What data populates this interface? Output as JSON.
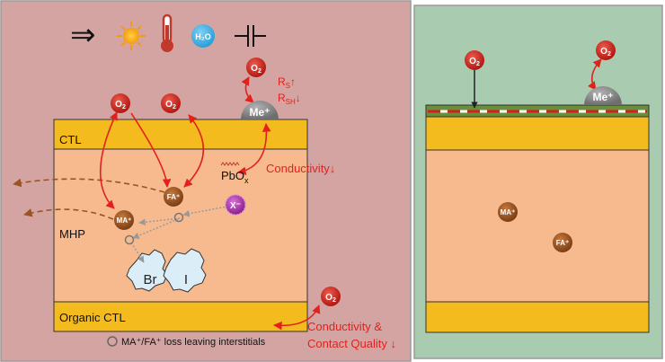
{
  "legend": {
    "arrow_symbol": "⇒",
    "icons": [
      "sun-icon",
      "thermometer-icon",
      "water-icon",
      "capacitor-bias-icon"
    ],
    "h2o_label": "H₂O"
  },
  "left_panel": {
    "ctl_label": "CTL",
    "mhp_label": "MHP",
    "organic_ctl_label": "Organic CTL",
    "o2_label": "O",
    "o2_sub": "2",
    "me_label": "Me⁺",
    "rs_label": "R",
    "rs_sub": "S",
    "rs_arrow": "↑",
    "rsh_label": "R",
    "rsh_sub": "SH",
    "rsh_arrow": "↓",
    "pbox_label": "PbO",
    "pbox_sub": "x",
    "conductivity_top": "Conductivity↓",
    "fa_label": "FA⁺",
    "ma_label": "MA⁺",
    "x_label": "X⁻",
    "br_label": "Br",
    "i_label": "I",
    "conductivity_bottom_1": "Conductivity &",
    "conductivity_bottom_2": "Contact Quality ↓",
    "interstitial_note": "MA⁺/FA⁺ loss leaving interstitials"
  },
  "right_panel": {
    "o2_label": "O",
    "o2_sub": "2",
    "me_label": "Me⁺",
    "ma_label": "MA⁺",
    "fa_label": "FA⁺"
  },
  "colors": {
    "left_bg": "#d4a4a2",
    "right_bg": "#a9ccb1",
    "ctl_yellow": "#f4bb1e",
    "perovskite": "#f6ba8e",
    "red_arrow": "#e3211c",
    "o2_red": "#c8201e",
    "ion_brown": "#9a5424",
    "me_gray": "#8d8d8d",
    "x_purple": "#b040b0",
    "halide_blue": "#dbeef7"
  }
}
